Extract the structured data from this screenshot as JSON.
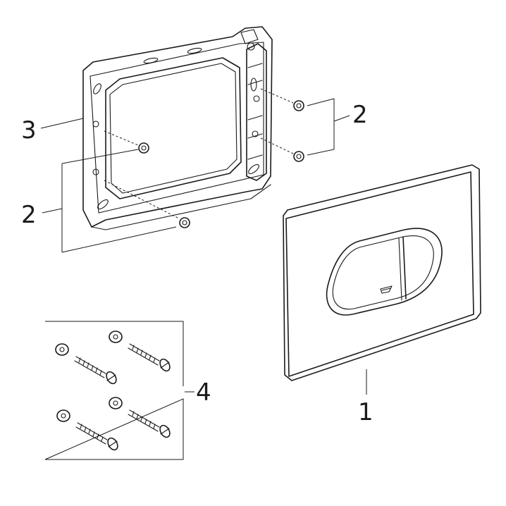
{
  "labels": {
    "plate": "1",
    "screws_right": "2",
    "screws_left": "2",
    "frame": "3",
    "fixing_set": "4"
  },
  "colors": {
    "line": "#1a1a1a",
    "background": "#ffffff"
  },
  "icons": {
    "logo": "water-drop-logo-icon"
  }
}
